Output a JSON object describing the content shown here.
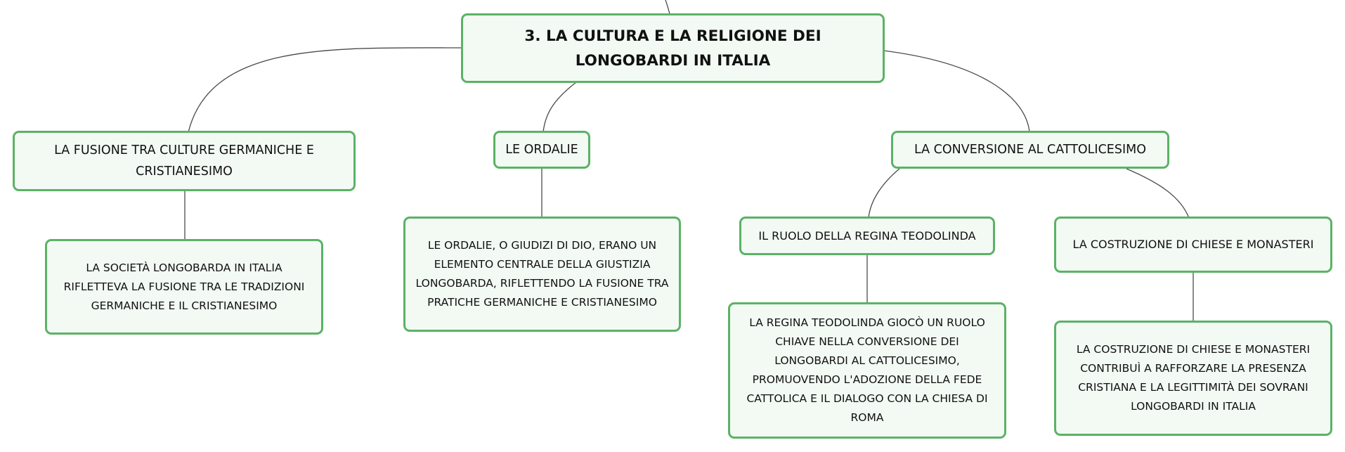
{
  "map": {
    "root": "3. LA CULTURA E LA RELIGIONE DEI LONGOBARDI IN ITALIA",
    "fusion": {
      "title": "LA FUSIONE TRA CULTURE GERMANICHE E CRISTIANESIMO",
      "detail": "LA SOCIETÀ LONGOBARDA IN ITALIA RIFLETTEVA LA FUSIONE TRA LE TRADIZIONI GERMANICHE E IL CRISTIANESIMO"
    },
    "ordalie": {
      "title": "LE ORDALIE",
      "detail": "LE ORDALIE, O GIUDIZI DI DIO, ERANO UN ELEMENTO CENTRALE DELLA GIUSTIZIA LONGOBARDA, RIFLETTENDO LA FUSIONE TRA PRATICHE GERMANICHE E CRISTIANESIMO"
    },
    "conversione": {
      "title": "LA CONVERSIONE AL CATTOLICESIMO",
      "teodolinda": {
        "title": "IL RUOLO DELLA REGINA TEODOLINDA",
        "detail": "LA REGINA TEODOLINDA GIOCÒ UN RUOLO CHIAVE NELLA CONVERSIONE DEI LONGOBARDI AL CATTOLICESIMO, PROMUOVENDO L'ADOZIONE DELLA FEDE CATTOLICA E IL DIALOGO CON LA CHIESA DI ROMA"
      },
      "chiese": {
        "title": "LA COSTRUZIONE DI CHIESE E MONASTERI",
        "detail": "LA COSTRUZIONE DI CHIESE E MONASTERI CONTRIBUÌ A RAFFORZARE LA PRESENZA CRISTIANA E LA LEGITTIMITÀ DEI SOVRANI LONGOBARDI IN ITALIA"
      }
    }
  },
  "colors": {
    "node_border": "#5bb266",
    "node_fill": "#f2faf3",
    "connector": "#4a4a4a"
  }
}
